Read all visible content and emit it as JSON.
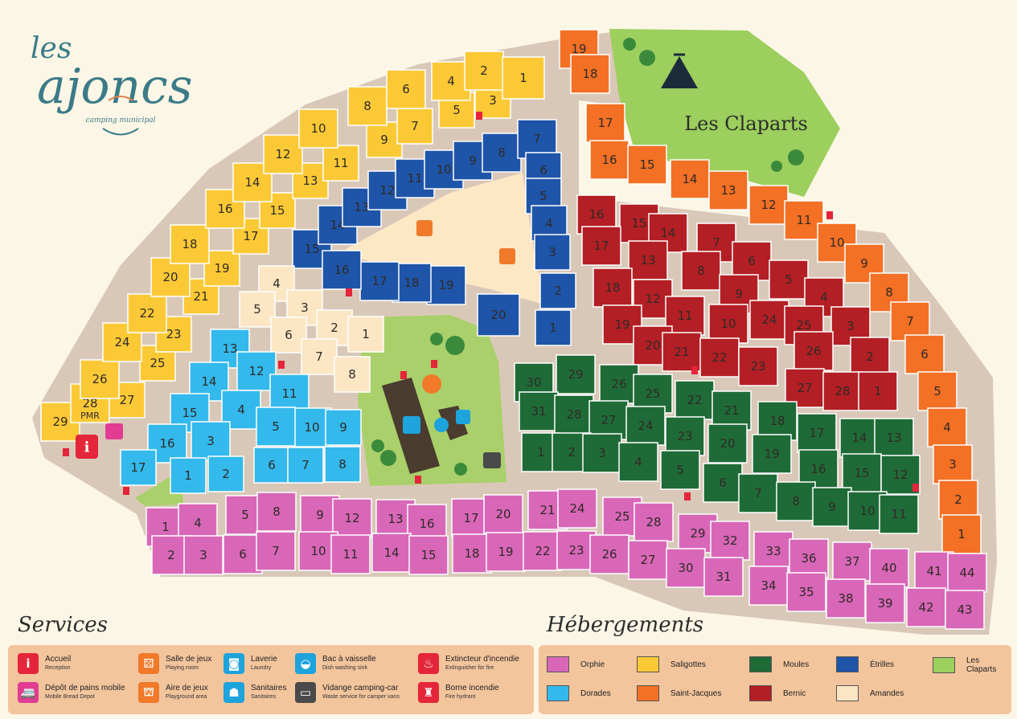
{
  "logo": {
    "top": "les",
    "main": "ajoncs",
    "sub": "camping municipal"
  },
  "area_title": "Les Claparts",
  "pmr": "PMR",
  "services_title": "Services",
  "hebergements_title": "Hébergements",
  "services": [
    {
      "name": "accueil",
      "label": "Accueil",
      "sub": "Reception",
      "color": "#e4253a",
      "glyph": "i"
    },
    {
      "name": "depot-pain",
      "label": "Dépôt de pains mobile",
      "sub": "Mobile Bread Depot",
      "color": "#e23c93",
      "glyph": "🚐"
    },
    {
      "name": "salle-jeux",
      "label": "Salle de jeux",
      "sub": "Playing room",
      "color": "#f07a2a",
      "glyph": "⚄"
    },
    {
      "name": "aire-jeux",
      "label": "Aire de jeux",
      "sub": "Playground area",
      "color": "#f07a2a",
      "glyph": "⛫"
    },
    {
      "name": "laverie",
      "label": "Laverie",
      "sub": "Laundry",
      "color": "#1ea3dc",
      "glyph": "◙"
    },
    {
      "name": "sanitaires",
      "label": "Sanitaires",
      "sub": "Sanitaires",
      "color": "#1ea3dc",
      "glyph": "☗"
    },
    {
      "name": "bac-vaisselle",
      "label": "Bac à vaisselle",
      "sub": "Dish washing sink",
      "color": "#1ea3dc",
      "glyph": "◒"
    },
    {
      "name": "vidange",
      "label": "Vidange camping-car",
      "sub": "Waste service for camper vans",
      "color": "#4a4a4a",
      "glyph": "▭"
    },
    {
      "name": "extincteur",
      "label": "Extincteur d'incendie",
      "sub": "Extinguisher for fire",
      "color": "#e4253a",
      "glyph": "♨"
    },
    {
      "name": "borne",
      "label": "Borne incendie",
      "sub": "Fire hydrant",
      "color": "#e4253a",
      "glyph": "♜"
    }
  ],
  "hebergements": [
    {
      "name": "Orphie",
      "color": "#d967b8"
    },
    {
      "name": "Saligottes",
      "color": "#fcc936"
    },
    {
      "name": "Moules",
      "color": "#1f6b37"
    },
    {
      "name": "Étrilles",
      "color": "#1e55a8"
    },
    {
      "name": "Les Claparts",
      "color": "#9ccf5d"
    },
    {
      "name": "Dorades",
      "color": "#34b9ec"
    },
    {
      "name": "Saint-Jacques",
      "color": "#f37024"
    },
    {
      "name": "Bernic",
      "color": "#b31f24"
    },
    {
      "name": "Amandes",
      "color": "#fce6c4"
    }
  ],
  "zones": [
    {
      "zone": "saligottes",
      "color": "#fcc936",
      "labels": [
        "29",
        "28",
        "27",
        "26",
        "25",
        "24",
        "23",
        "22",
        "21",
        "20",
        "19",
        "18",
        "17",
        "16",
        "15",
        "14",
        "13",
        "12",
        "11",
        "10",
        "9",
        "8",
        "7",
        "6",
        "5",
        "4",
        "3",
        "2",
        "1"
      ]
    },
    {
      "zone": "etrilles",
      "color": "#1e55a8",
      "labels": [
        "15",
        "14",
        "13",
        "12",
        "11",
        "10",
        "9",
        "8",
        "7",
        "6",
        "5",
        "4",
        "3",
        "2",
        "1",
        "20",
        "19",
        "18",
        "17",
        "16"
      ]
    },
    {
      "zone": "amandes",
      "color": "#fce6c4",
      "labels": [
        "4",
        "5",
        "3",
        "6",
        "2",
        "1",
        "7",
        "8"
      ]
    },
    {
      "zone": "dorades",
      "color": "#34b9ec",
      "labels": [
        "13",
        "12",
        "14",
        "11",
        "15",
        "4",
        "10",
        "9",
        "16",
        "3",
        "5",
        "17",
        "1",
        "2",
        "6",
        "7",
        "8"
      ]
    },
    {
      "zone": "saint-jacques",
      "color": "#f37024",
      "labels": [
        "19",
        "18",
        "17",
        "16",
        "15",
        "14",
        "13",
        "12",
        "11",
        "10",
        "9",
        "8",
        "7",
        "6",
        "5",
        "4",
        "3",
        "2",
        "1"
      ]
    },
    {
      "zone": "bernic",
      "color": "#b31f24",
      "labels": [
        "16",
        "15",
        "14",
        "17",
        "13",
        "7",
        "6",
        "8",
        "5",
        "18",
        "12",
        "9",
        "4",
        "11",
        "10",
        "24",
        "25",
        "3",
        "19",
        "20",
        "21",
        "22",
        "23",
        "26",
        "2",
        "27",
        "28",
        "1"
      ]
    },
    {
      "zone": "moules",
      "color": "#1f6b37",
      "labels": [
        "30",
        "29",
        "26",
        "25",
        "22",
        "21",
        "18",
        "17",
        "14",
        "13",
        "31",
        "28",
        "27",
        "24",
        "23",
        "20",
        "19",
        "16",
        "15",
        "12",
        "1",
        "2",
        "3",
        "4",
        "5",
        "6",
        "7",
        "8",
        "9",
        "10",
        "11"
      ]
    },
    {
      "zone": "orphie",
      "color": "#d967b8",
      "labels": [
        "1",
        "4",
        "5",
        "8",
        "9",
        "12",
        "13",
        "16",
        "17",
        "20",
        "21",
        "24",
        "25",
        "28",
        "29",
        "32",
        "33",
        "36",
        "37",
        "40",
        "41",
        "44",
        "2",
        "3",
        "6",
        "7",
        "10",
        "11",
        "14",
        "15",
        "18",
        "19",
        "22",
        "23",
        "26",
        "27",
        "30",
        "31",
        "34",
        "35",
        "38",
        "39",
        "42",
        "43"
      ]
    }
  ]
}
